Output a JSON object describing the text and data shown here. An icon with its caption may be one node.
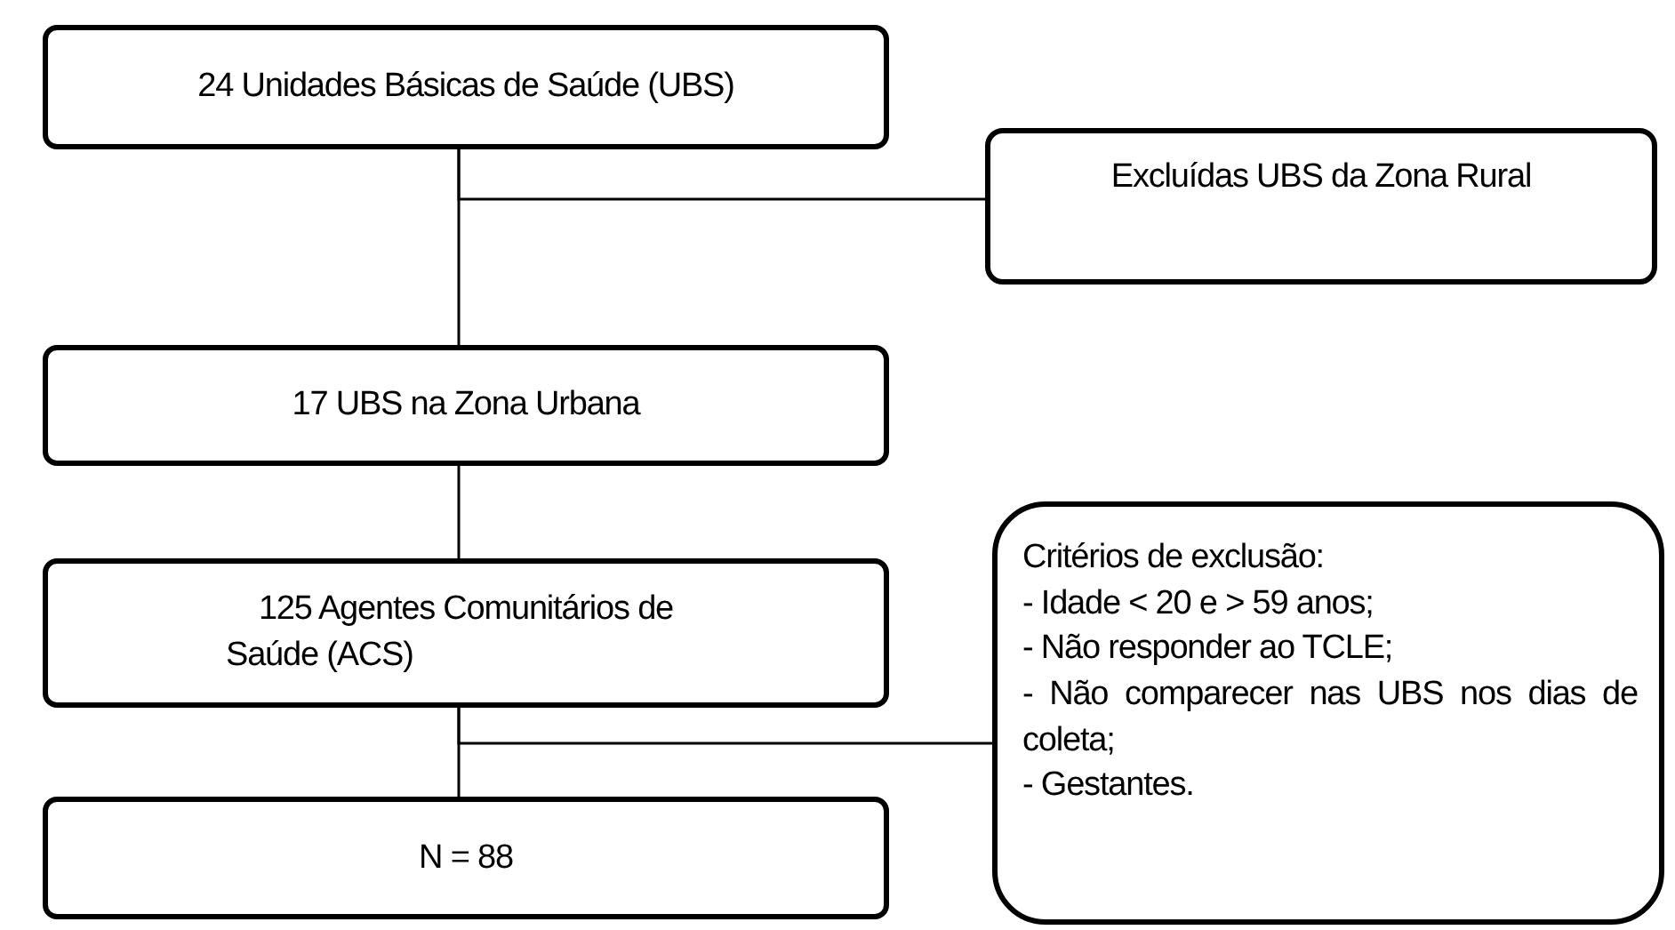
{
  "diagram": {
    "nodes": [
      {
        "text": [
          "24 Unidades Básicas de Saúde (UBS)"
        ]
      },
      {
        "text": [
          "Excluídas UBS da Zona Rural"
        ]
      },
      {
        "text": [
          "17 UBS na Zona Urbana"
        ]
      },
      {
        "text": [
          "125 Agentes Comunitários de Saúde (ACS)"
        ]
      },
      {
        "text": [
          "N = 88"
        ]
      },
      {
        "text": [
          "Critérios de exclusão:",
          "- Idade < 20 e > 59 anos;",
          "- Não responder ao TCLE;",
          "- Não comparecer nas UBS nos dias de coleta;",
          "- Gestantes."
        ]
      }
    ],
    "edges": [
      {
        "from": 0,
        "to": 2,
        "arrow": "none"
      },
      {
        "from": 0,
        "to": 1,
        "arrow": "none"
      },
      {
        "from": 2,
        "to": 3,
        "arrow": "none"
      },
      {
        "from": 3,
        "to": 4,
        "arrow": "none"
      },
      {
        "from": 3,
        "to": 5,
        "arrow": "none"
      }
    ]
  }
}
